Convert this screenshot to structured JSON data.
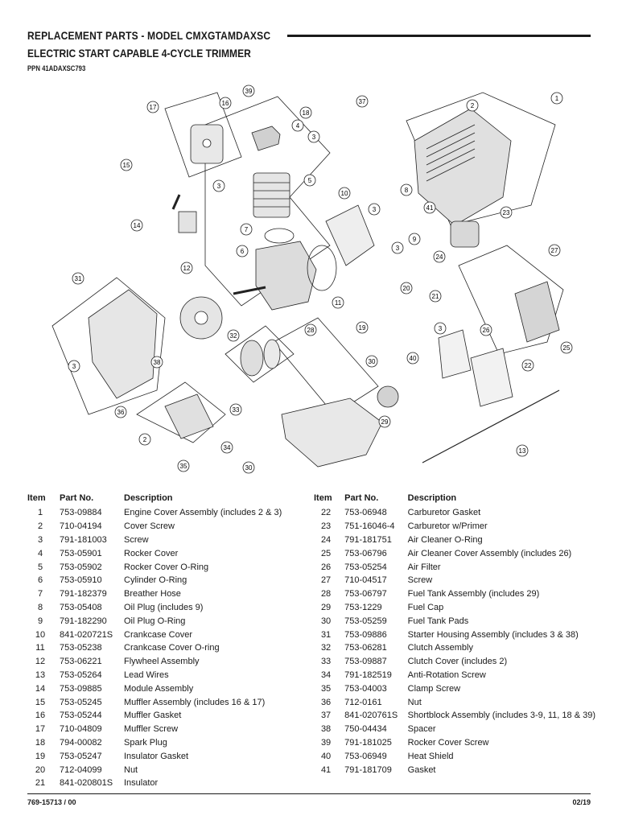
{
  "header": {
    "title": "REPLACEMENT PARTS - MODEL CMXGTAMDAXSC",
    "subtitle": "ELECTRIC START CAPABLE 4-CYCLE TRIMMER",
    "ppn": "PPN 41ADAXSC793"
  },
  "diagram": {
    "callouts": [
      "39",
      "16",
      "18",
      "37",
      "17",
      "4",
      "1",
      "2",
      "3",
      "15",
      "5",
      "10",
      "8",
      "3",
      "41",
      "23",
      "14",
      "3",
      "7",
      "9",
      "6",
      "3",
      "24",
      "27",
      "12",
      "31",
      "11",
      "20",
      "21",
      "19",
      "3",
      "26",
      "32",
      "28",
      "25",
      "38",
      "30",
      "40",
      "22",
      "3",
      "36",
      "33",
      "2",
      "29",
      "34",
      "13",
      "35",
      "30"
    ]
  },
  "columns": {
    "item": "Item",
    "part": "Part No.",
    "desc": "Description"
  },
  "parts_left": [
    {
      "item": "1",
      "part": "753-09884",
      "desc": "Engine Cover Assembly (includes 2 & 3)"
    },
    {
      "item": "2",
      "part": "710-04194",
      "desc": "Cover Screw"
    },
    {
      "item": "3",
      "part": "791-181003",
      "desc": "Screw"
    },
    {
      "item": "4",
      "part": "753-05901",
      "desc": "Rocker Cover"
    },
    {
      "item": "5",
      "part": "753-05902",
      "desc": "Rocker Cover O-Ring"
    },
    {
      "item": "6",
      "part": "753-05910",
      "desc": "Cylinder O-Ring"
    },
    {
      "item": "7",
      "part": "791-182379",
      "desc": "Breather Hose"
    },
    {
      "item": "8",
      "part": "753-05408",
      "desc": "Oil Plug (includes 9)"
    },
    {
      "item": "9",
      "part": "791-182290",
      "desc": "Oil Plug O-Ring"
    },
    {
      "item": "10",
      "part": "841-020721S",
      "desc": "Crankcase Cover"
    },
    {
      "item": "11",
      "part": "753-05238",
      "desc": "Crankcase Cover O-ring"
    },
    {
      "item": "12",
      "part": "753-06221",
      "desc": "Flywheel Assembly"
    },
    {
      "item": "13",
      "part": "753-05264",
      "desc": "Lead Wires"
    },
    {
      "item": "14",
      "part": "753-09885",
      "desc": "Module Assembly"
    },
    {
      "item": "15",
      "part": "753-05245",
      "desc": "Muffler Assembly (includes 16 & 17)"
    },
    {
      "item": "16",
      "part": "753-05244",
      "desc": "Muffler Gasket"
    },
    {
      "item": "17",
      "part": "710-04809",
      "desc": "Muffler Screw"
    },
    {
      "item": "18",
      "part": "794-00082",
      "desc": "Spark Plug"
    },
    {
      "item": "19",
      "part": "753-05247",
      "desc": "Insulator Gasket"
    },
    {
      "item": "20",
      "part": "712-04099",
      "desc": "Nut"
    },
    {
      "item": "21",
      "part": "841-020801S",
      "desc": "Insulator"
    }
  ],
  "parts_right": [
    {
      "item": "22",
      "part": "753-06948",
      "desc": "Carburetor Gasket"
    },
    {
      "item": "23",
      "part": "751-16046-4",
      "desc": "Carburetor w/Primer"
    },
    {
      "item": "24",
      "part": "791-181751",
      "desc": "Air Cleaner O-Ring"
    },
    {
      "item": "25",
      "part": "753-06796",
      "desc": "Air Cleaner Cover Assembly (includes 26)"
    },
    {
      "item": "26",
      "part": "753-05254",
      "desc": "Air Filter"
    },
    {
      "item": "27",
      "part": "710-04517",
      "desc": "Screw"
    },
    {
      "item": "28",
      "part": "753-06797",
      "desc": "Fuel Tank Assembly (includes 29)"
    },
    {
      "item": "29",
      "part": "753-1229",
      "desc": "Fuel Cap"
    },
    {
      "item": "30",
      "part": "753-05259",
      "desc": "Fuel Tank Pads"
    },
    {
      "item": "31",
      "part": "753-09886",
      "desc": "Starter Housing Assembly (includes 3 & 38)"
    },
    {
      "item": "32",
      "part": "753-06281",
      "desc": "Clutch Assembly"
    },
    {
      "item": "33",
      "part": "753-09887",
      "desc": "Clutch Cover (includes 2)"
    },
    {
      "item": "34",
      "part": "791-182519",
      "desc": "Anti-Rotation Screw"
    },
    {
      "item": "35",
      "part": "753-04003",
      "desc": "Clamp Screw"
    },
    {
      "item": "36",
      "part": "712-0161",
      "desc": "Nut"
    },
    {
      "item": "37",
      "part": "841-020761S",
      "desc": "Shortblock Assembly (includes 3-9, 11, 18 & 39)"
    },
    {
      "item": "38",
      "part": "750-04434",
      "desc": "Spacer"
    },
    {
      "item": "39",
      "part": "791-181025",
      "desc": "Rocker Cover Screw"
    },
    {
      "item": "40",
      "part": "753-06949",
      "desc": "Heat Shield"
    },
    {
      "item": "41",
      "part": "791-181709",
      "desc": "Gasket"
    }
  ],
  "footer": {
    "left": "769-15713 / 00",
    "right": "02/19"
  }
}
